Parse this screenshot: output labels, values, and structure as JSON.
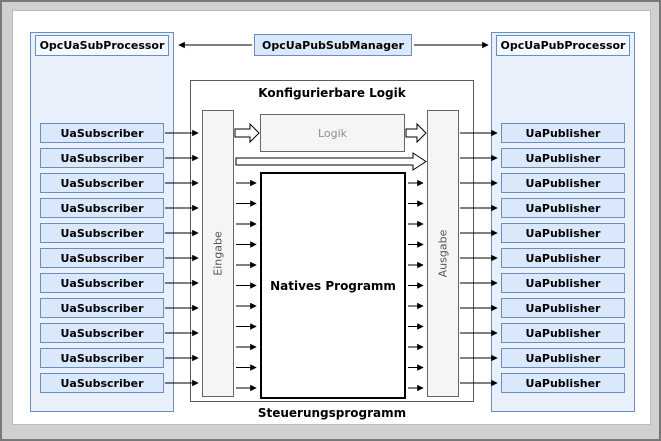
{
  "diagram": {
    "manager": {
      "label": "OpcUaPubSubManager"
    },
    "sub_processor": {
      "title": "OpcUaSubProcessor",
      "items": [
        "UaSubscriber",
        "UaSubscriber",
        "UaSubscriber",
        "UaSubscriber",
        "UaSubscriber",
        "UaSubscriber",
        "UaSubscriber",
        "UaSubscriber",
        "UaSubscriber",
        "UaSubscriber",
        "UaSubscriber"
      ]
    },
    "pub_processor": {
      "title": "OpcUaPubProcessor",
      "items": [
        "UaPublisher",
        "UaPublisher",
        "UaPublisher",
        "UaPublisher",
        "UaPublisher",
        "UaPublisher",
        "UaPublisher",
        "UaPublisher",
        "UaPublisher",
        "UaPublisher",
        "UaPublisher"
      ]
    },
    "logic_container": {
      "title": "Konfigurierbare Logik"
    },
    "input_column": {
      "label": "Eingabe"
    },
    "output_column": {
      "label": "Ausgabe"
    },
    "logic_box": {
      "label": "Logik"
    },
    "native_program": {
      "label": "Natives Programm"
    },
    "footer_label": "Steuerungsprogramm",
    "colors": {
      "blue_fill": "#dae8fc",
      "blue_border": "#6c8ebf",
      "container_fill": "#e8f0fb",
      "gray_fill": "#f5f5f5",
      "gray_border": "#666666",
      "arrow_color": "#000000",
      "frame_gray": "#ced0d1"
    }
  }
}
